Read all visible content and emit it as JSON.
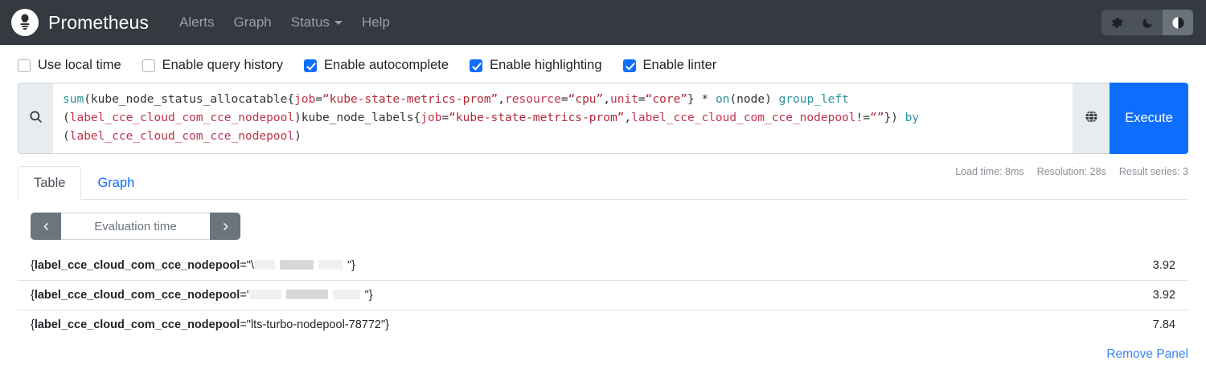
{
  "navbar": {
    "brand": "Prometheus",
    "logo_icon": "prometheus-torch-icon",
    "items": [
      {
        "label": "Alerts",
        "name": "alerts",
        "dropdown": false
      },
      {
        "label": "Graph",
        "name": "graph",
        "dropdown": false
      },
      {
        "label": "Status",
        "name": "status",
        "dropdown": true
      },
      {
        "label": "Help",
        "name": "help",
        "dropdown": false
      }
    ],
    "theme_buttons": [
      {
        "icon": "gear-icon",
        "name": "theme-light",
        "active": false
      },
      {
        "icon": "moon-icon",
        "name": "theme-dark",
        "active": false
      },
      {
        "icon": "contrast-icon",
        "name": "theme-auto",
        "active": true
      }
    ]
  },
  "options": [
    {
      "label": "Use local time",
      "name": "use-local-time",
      "checked": false
    },
    {
      "label": "Enable query history",
      "name": "enable-query-history",
      "checked": false
    },
    {
      "label": "Enable autocomplete",
      "name": "enable-autocomplete",
      "checked": true
    },
    {
      "label": "Enable highlighting",
      "name": "enable-highlighting",
      "checked": true
    },
    {
      "label": "Enable linter",
      "name": "enable-linter",
      "checked": true
    }
  ],
  "query": {
    "search_icon": "search-icon",
    "metrics_explorer_icon": "globe-icon",
    "execute_label": "Execute",
    "expression_text": "sum(kube_node_status_allocatable{job=\"kube-state-metrics-prom\",resource=\"cpu\",unit=\"core\"} * on(node) group_left(label_cce_cloud_com_cce_nodepool)kube_node_labels{job=\"kube-state-metrics-prom\",label_cce_cloud_com_cce_nodepool!=\"\"}) by (label_cce_cloud_com_cce_nodepool)",
    "tokens": [
      {
        "t": "sum",
        "c": "fn"
      },
      {
        "t": "(kube_node_status_allocatable{",
        "c": "plain"
      },
      {
        "t": "job",
        "c": "label"
      },
      {
        "t": "=",
        "c": "op"
      },
      {
        "t": "“kube-state-metrics-prom”",
        "c": "str"
      },
      {
        "t": ",",
        "c": "plain"
      },
      {
        "t": "resource",
        "c": "label"
      },
      {
        "t": "=",
        "c": "op"
      },
      {
        "t": "“cpu”",
        "c": "str"
      },
      {
        "t": ",",
        "c": "plain"
      },
      {
        "t": "unit",
        "c": "label"
      },
      {
        "t": "=",
        "c": "op"
      },
      {
        "t": "“core”",
        "c": "str"
      },
      {
        "t": "} ",
        "c": "plain"
      },
      {
        "t": "* ",
        "c": "op"
      },
      {
        "t": "on",
        "c": "kw"
      },
      {
        "t": "(node) ",
        "c": "plain"
      },
      {
        "t": "group_left",
        "c": "kw"
      },
      {
        "t": "\n(",
        "c": "plain"
      },
      {
        "t": "label_cce_cloud_com_cce_nodepool",
        "c": "label"
      },
      {
        "t": ")",
        "c": "plain"
      },
      {
        "t": "kube_node_labels{",
        "c": "plain"
      },
      {
        "t": "job",
        "c": "label"
      },
      {
        "t": "=",
        "c": "op"
      },
      {
        "t": "“kube-state-metrics-prom”",
        "c": "str"
      },
      {
        "t": ",",
        "c": "plain"
      },
      {
        "t": "label_cce_cloud_com_cce_nodepool",
        "c": "label"
      },
      {
        "t": "!=",
        "c": "op"
      },
      {
        "t": "“”",
        "c": "str"
      },
      {
        "t": "}) ",
        "c": "plain"
      },
      {
        "t": "by",
        "c": "kw"
      },
      {
        "t": "\n(",
        "c": "plain"
      },
      {
        "t": "label_cce_cloud_com_cce_nodepool",
        "c": "label"
      },
      {
        "t": ")",
        "c": "plain"
      }
    ]
  },
  "tabs": [
    {
      "label": "Table",
      "name": "tab-table",
      "active": true
    },
    {
      "label": "Graph",
      "name": "tab-graph",
      "active": false
    }
  ],
  "stats": {
    "load_time": "Load time: 8ms",
    "resolution": "Resolution: 28s",
    "result_series": "Result series: 3"
  },
  "evaluation_time": {
    "prev_icon": "chevron-left-icon",
    "next_icon": "chevron-right-icon",
    "placeholder": "Evaluation time",
    "value": ""
  },
  "results": {
    "rows": [
      {
        "brace_open": "{",
        "key": "label_cce_cloud_com_cce_nodepool",
        "eq": "=\"\\",
        "value": "",
        "redacted": true,
        "brace_close": "\"}",
        "value_display": "3.92"
      },
      {
        "brace_open": "{",
        "key": "label_cce_cloud_com_cce_nodepool",
        "eq": "='",
        "value": "",
        "redacted": true,
        "brace_close": "\"}",
        "value_display": "3.92"
      },
      {
        "brace_open": "{",
        "key": "label_cce_cloud_com_cce_nodepool",
        "eq": "=\"",
        "value": "lts-turbo-nodepool-78772",
        "redacted": false,
        "brace_close": "\"}",
        "value_display": "7.84"
      }
    ]
  },
  "footer": {
    "remove_panel_label": "Remove Panel"
  },
  "colors": {
    "navbar_bg": "#343a40",
    "accent": "#0d6efd",
    "link": "#3b82f6",
    "keyword": "#2f8f9d",
    "label": "#c2334d",
    "string": "#b02a37"
  }
}
